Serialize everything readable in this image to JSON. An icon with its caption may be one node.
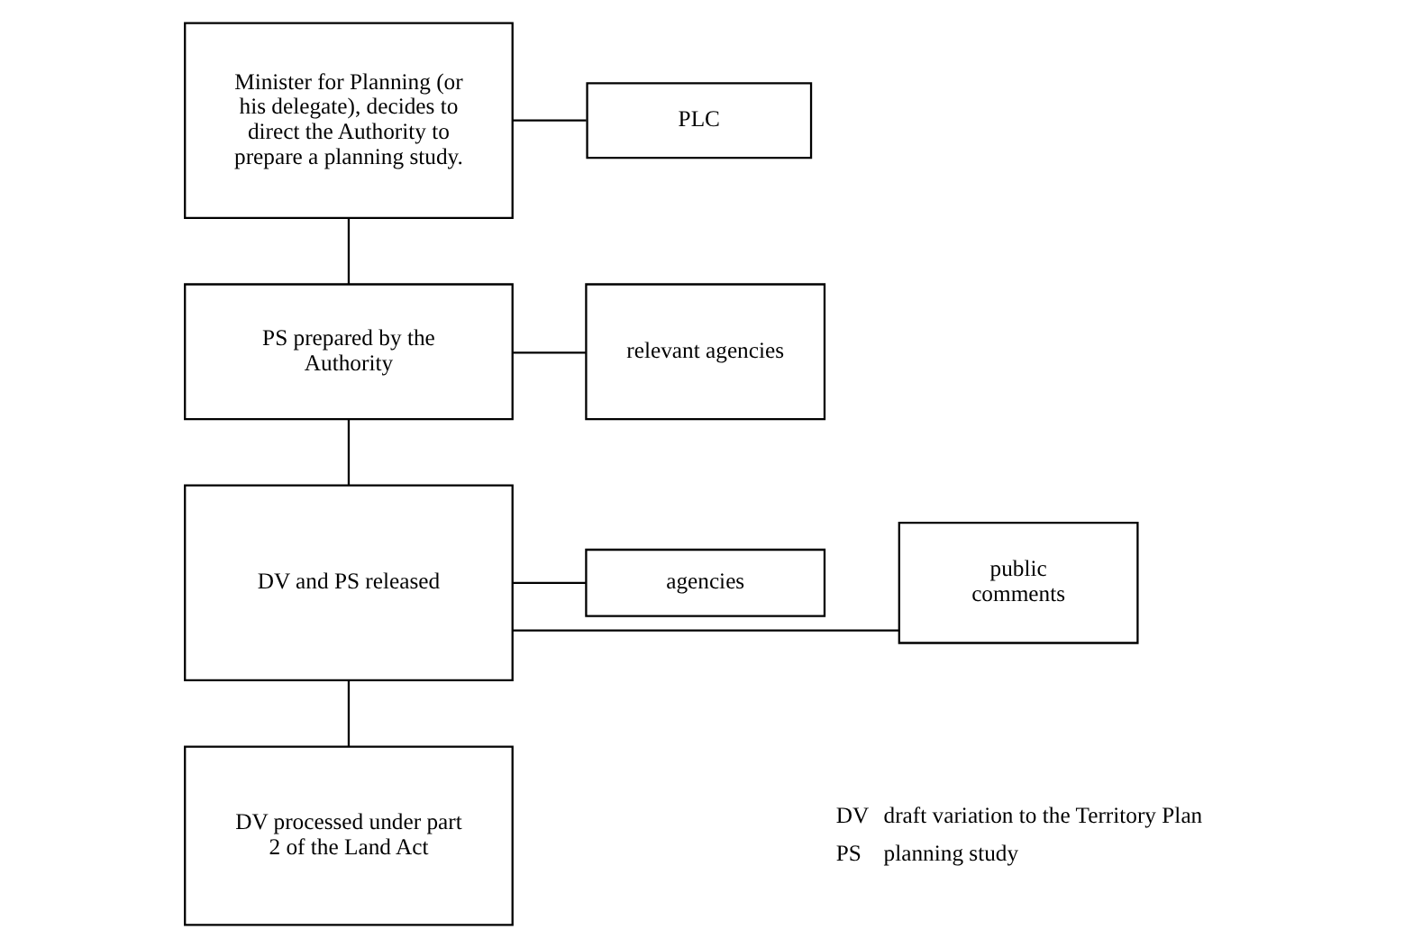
{
  "diagram": {
    "nodes": [
      {
        "text": [
          "Minister for Planning (or his delegate), decides to direct the Authority to prepare a planning study."
        ]
      },
      {
        "text": [
          "PLC"
        ]
      },
      {
        "text": [
          "PS prepared by the Authority"
        ]
      },
      {
        "text": [
          "relevant agencies"
        ]
      },
      {
        "text": [
          "DV and PS released"
        ]
      },
      {
        "text": [
          "public comments"
        ]
      },
      {
        "text": [
          "agencies"
        ]
      },
      {
        "text": [
          "DV processed under part 2 of the Land Act"
        ]
      }
    ],
    "edges": [
      {
        "from": 0,
        "to": 1,
        "arrow": "none"
      },
      {
        "from": 0,
        "to": 2,
        "arrow": "none"
      },
      {
        "from": 2,
        "to": 3,
        "arrow": "none"
      },
      {
        "from": 2,
        "to": 4,
        "arrow": "none"
      },
      {
        "from": 4,
        "to": 5,
        "arrow": "none"
      },
      {
        "from": 4,
        "to": 6,
        "arrow": "none"
      },
      {
        "from": 4,
        "to": 7,
        "arrow": "none"
      }
    ],
    "labels": [
      "DV",
      "draft variation to the Territory Plan",
      "PS",
      "planning study"
    ]
  }
}
